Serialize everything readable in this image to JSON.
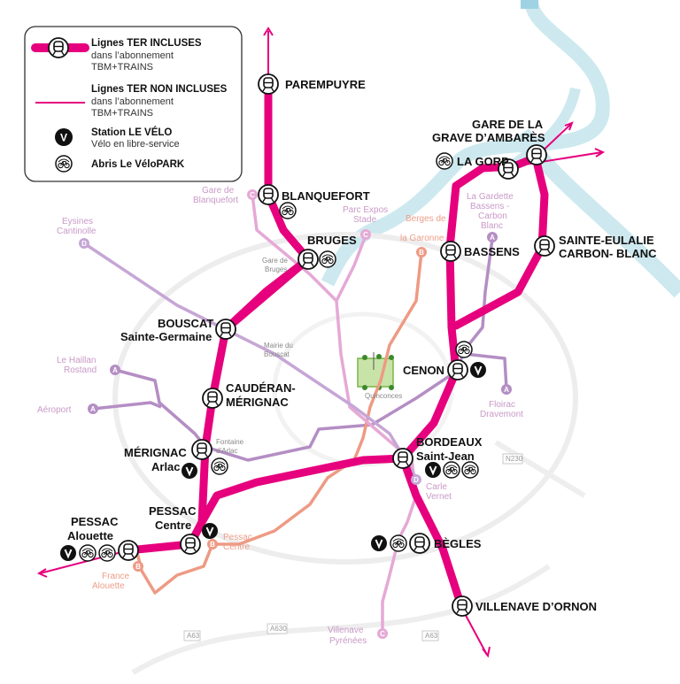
{
  "legend": {
    "included_title": "Lignes TER INCLUSES",
    "included_sub1": "dans l’abonnement",
    "included_sub2": "TBM+TRAINS",
    "excluded_title": "Lignes TER NON INCLUSES",
    "excluded_sub1": "dans l’abonnement",
    "excluded_sub2": "TBM+TRAINS",
    "velo_title": "Station LE VÉLO",
    "velo_sub": "Vélo en libre-service",
    "velopark_title": "Abris Le VéloPARK",
    "velo_symbol": "V"
  },
  "stations": {
    "parempuyre": "PAREMPUYRE",
    "blanquefort": "BLANQUEFORT",
    "bruges": "BRUGES",
    "bouscat_1": "BOUSCAT",
    "bouscat_2": "Sainte-Germaine",
    "cauderan_1": "CAUDÉRAN-",
    "cauderan_2": "MÉRIGNAC",
    "merignac_1": "MÉRIGNAC",
    "merignac_2": "Arlac",
    "pessac_centre_1": "PESSAC",
    "pessac_centre_2": "Centre",
    "pessac_alouette_1": "PESSAC",
    "pessac_alouette_2": "Alouette",
    "bordeaux_1": "BORDEAUX",
    "bordeaux_2": "Saint-Jean",
    "begles": "BÈGLES",
    "villenave": "VILLENAVE D’ORNON",
    "cenon": "CENON",
    "bassens": "BASSENS",
    "la_gorp": "LA GORP",
    "grave_1": "GARE DE LA",
    "grave_2": "GRAVE D’AMBARÈS",
    "sainte_eulalie_1": "SAINTE-EULALIE",
    "sainte_eulalie_2": "CARBON- BLANC"
  },
  "tram": {
    "gare_blanquefort_1": "Gare de",
    "gare_blanquefort_2": "Blanquefort",
    "gare_blanquefort_letter": "C",
    "parc_expos_1": "Parc Expos",
    "parc_expos_2": "Stade",
    "parc_expos_letter": "C",
    "berges_1": "Berges de",
    "berges_2": "la Garonne",
    "berges_letter": "B",
    "eysines_1": "Eysines",
    "eysines_2": "Cantinolle",
    "eysines_letter": "D",
    "haillan_1": "Le Haillan",
    "haillan_2": "Rostand",
    "haillan_letter": "A",
    "aeroport": "Aéroport",
    "aeroport_letter": "A",
    "gardette_1": "La Gardette",
    "gardette_2": "Bassens -",
    "gardette_3": "Carbon",
    "gardette_4": "Blanc",
    "gardette_letter": "A",
    "floirac_1": "Floirac",
    "floirac_2": "Dravemont",
    "floirac_letter": "A",
    "carle_1": "Carle",
    "carle_2": "Vernet",
    "carle_letter": "D",
    "pessac_centre_tram_1": "Pessac",
    "pessac_centre_tram_2": "Centre",
    "pessac_centre_letter": "B",
    "france_1": "France",
    "france_2": "Alouette",
    "france_letter": "B",
    "villenave_1": "Villenave",
    "villenave_2": "Pyrénées",
    "villenave_letter": "C"
  },
  "small": {
    "gare_bruges_1": "Gare de",
    "gare_bruges_2": "Bruges",
    "mairie_1": "Mairie du",
    "mairie_2": "Bouscat",
    "fontaine_1": "Fontaine",
    "fontaine_2": "d’Arlac",
    "quinconces": "Quinconces"
  },
  "roads": {
    "n230": "N230",
    "a63_1": "A63",
    "a630": "A630",
    "a63_2": "A63"
  },
  "colors": {
    "ter_included": "#e6007e",
    "tram_a": "#b48ec4",
    "tram_b": "#ee9a84",
    "tram_c": "#e5a9d6",
    "tram_d": "#c6a6d6",
    "river": "#cde9ef",
    "ring_road": "#eeeeee"
  }
}
